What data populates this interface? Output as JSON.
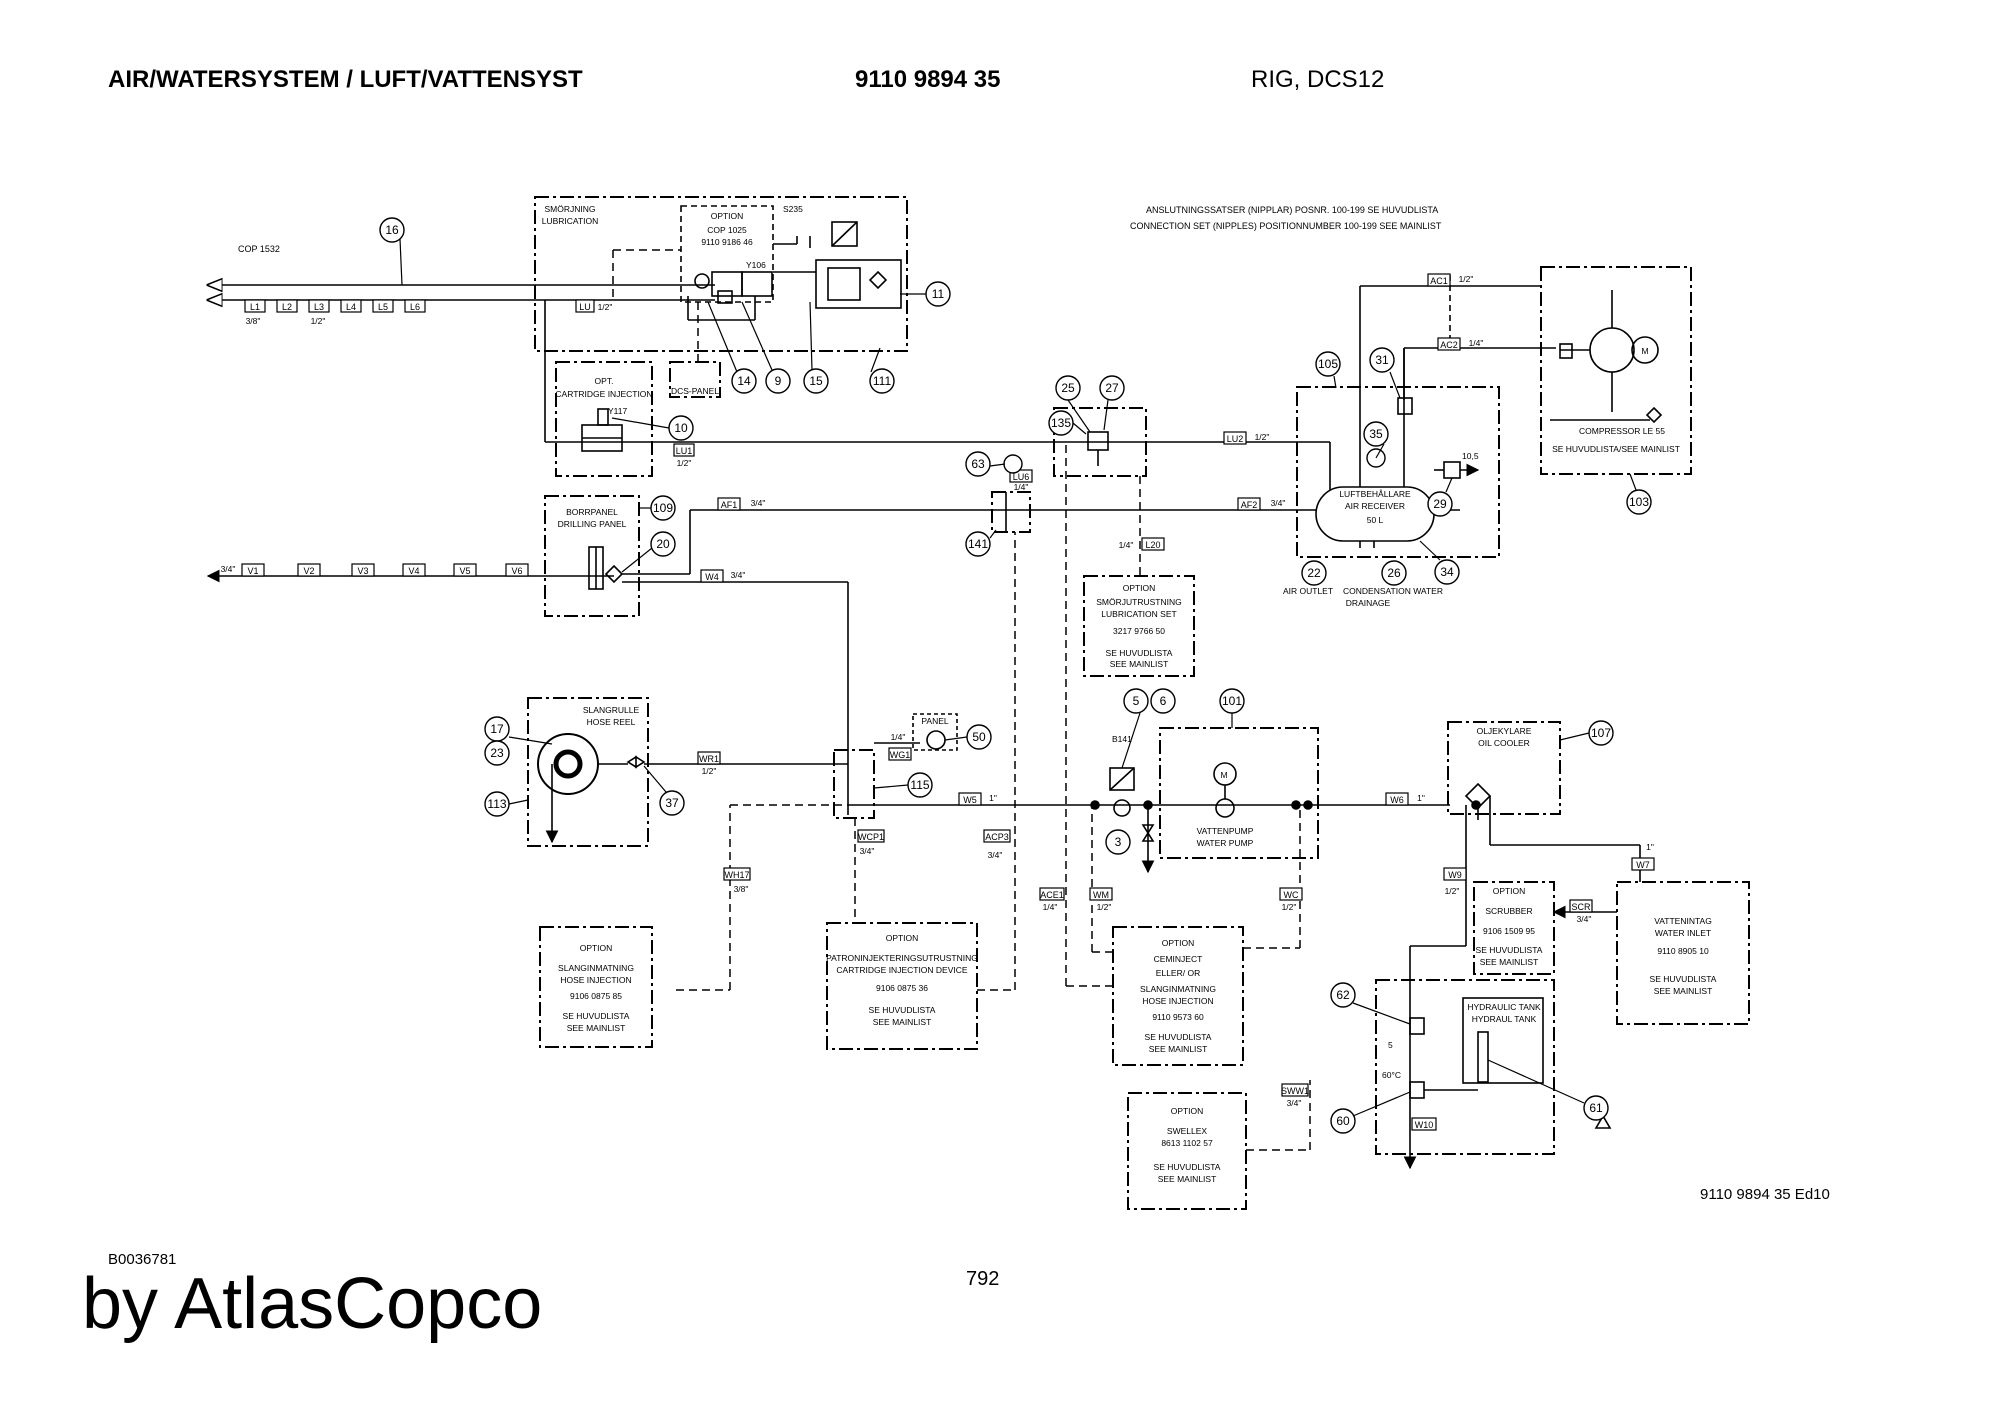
{
  "header": {
    "title": "AIR/WATERSYSTEM / LUFT/VATTENSYST",
    "part_number": "9110 9894 35",
    "model": "RIG, DCS12"
  },
  "footer": {
    "drawing_code": "B0036781",
    "page_number": "792",
    "edition": "9110 9894 35 Ed10",
    "brand": "by AtlasCopco"
  },
  "notes": {
    "connection_sets_sv": "ANSLUTNINGSSATSER (NIPPLAR) POSNR. 100-199 SE HUVUDLISTA",
    "connection_sets_en": "CONNECTION SET (NIPPLES) POSITIONNUMBER 100-199 SEE MAINLIST",
    "cop": "COP 1532"
  },
  "boxes": {
    "lubrication": [
      "SMÖRJNING",
      "LUBRICATION"
    ],
    "option_cop": [
      "OPTION",
      "COP 1025",
      "9110 9186 46"
    ],
    "opt_cartridge": [
      "OPT.",
      "CARTRIDGE INJECTION"
    ],
    "dcs_panel": "DCS-PANEL",
    "drilling_panel": [
      "BORRPANEL",
      "DRILLING PANEL"
    ],
    "air_receiver": [
      "LUFTBEHÅLLARE",
      "AIR RECEIVER",
      "50 L"
    ],
    "air_outlet": "AIR OUTLET",
    "condensation": [
      "CONDENSATION WATER",
      "DRAINAGE"
    ],
    "compressor": [
      "COMPRESSOR LE 55",
      "SE HUVUDLISTA/SEE MAINLIST"
    ],
    "lubrication_set": [
      "OPTION",
      "SMÖRJUTRUSTNING",
      "LUBRICATION SET",
      "3217 9766 50",
      "SE HUVUDLISTA",
      "SEE MAINLIST"
    ],
    "hose_reel": [
      "SLANGRULLE",
      "HOSE REEL"
    ],
    "panel": "PANEL",
    "water_pump": [
      "VATTENPUMP",
      "WATER PUMP"
    ],
    "oil_cooler": [
      "OLJEKYLARE",
      "OIL COOLER"
    ],
    "scrubber": [
      "OPTION",
      "SCRUBBER",
      "9106 1509 95",
      "SE HUVUDLISTA",
      "SEE MAINLIST"
    ],
    "water_inlet": [
      "VATTENINTAG",
      "WATER INLET",
      "9110 8905 10",
      "SE HUVUDLISTA",
      "SEE MAINLIST"
    ],
    "hose_injection": [
      "OPTION",
      "SLANGINMATNING",
      "HOSE INJECTION",
      "9106 0875 85",
      "SE HUVUDLISTA",
      "SEE MAINLIST"
    ],
    "cartridge_device": [
      "OPTION",
      "PATRONINJEKTERINGSUTRUSTNING",
      "CARTRIDGE INJECTION DEVICE",
      "9106 0875 36",
      "SE HUVUDLISTA",
      "SEE MAINLIST"
    ],
    "ceminject": [
      "OPTION",
      "CEMINJECT",
      "ELLER/ OR",
      "SLANGINMATNING",
      "HOSE INJECTION",
      "9110 9573 60",
      "SE HUVUDLISTA",
      "SEE MAINLIST"
    ],
    "swellex": [
      "OPTION",
      "SWELLEX",
      "8613 1102 57",
      "SE HUVUDLISTA",
      "SEE MAINLIST"
    ],
    "hydraulic_tank": [
      "HYDRAULIC TANK",
      "HYDRAUL TANK"
    ]
  },
  "tags": {
    "L1": "L1",
    "L2": "L2",
    "L3": "L3",
    "L4": "L4",
    "L5": "L5",
    "L6": "L6",
    "LU": "LU",
    "LU1": "LU1",
    "LU2": "LU2",
    "LU6": "LU6",
    "L20": "L20",
    "AF1": "AF1",
    "AF2": "AF2",
    "AC1": "AC1",
    "AC2": "AC2",
    "V1": "V1",
    "V2": "V2",
    "V3": "V3",
    "V4": "V4",
    "V5": "V5",
    "V6": "V6",
    "W4": "W4",
    "W5": "W5",
    "W6": "W6",
    "W7": "W7",
    "W9": "W9",
    "W10": "W10",
    "WR1": "WR1",
    "WG1": "WG1",
    "WCP1": "WCP1",
    "ACP3": "ACP3",
    "ACE1": "ACE1",
    "WM": "WM",
    "WC": "WC",
    "WH17": "WH17",
    "SCR": "SCR",
    "SWW1": "SWW1"
  },
  "sizes": {
    "s3_8": "3/8\"",
    "s1_2": "1/2\"",
    "s3_4": "3/4\"",
    "s1_4": "1/4\"",
    "s1": "1\""
  },
  "markers": {
    "y117": "Y117",
    "y106": "Y106",
    "s235": "S235",
    "b141": "B141",
    "pressure": "10,5",
    "relief": "5",
    "temp": "60°C"
  },
  "numbers": {
    "n3": "3",
    "n5": "5",
    "n6": "6",
    "n9": "9",
    "n10": "10",
    "n11": "11",
    "n14": "14",
    "n15": "15",
    "n16": "16",
    "n17": "17",
    "n20": "20",
    "n22": "22",
    "n23": "23",
    "n25": "25",
    "n26": "26",
    "n27": "27",
    "n29": "29",
    "n31": "31",
    "n34": "34",
    "n35": "35",
    "n37": "37",
    "n50": "50",
    "n60": "60",
    "n61": "61",
    "n62": "62",
    "n63": "63",
    "n101": "101",
    "n103": "103",
    "n105": "105",
    "n107": "107",
    "n109": "109",
    "n111": "111",
    "n113": "113",
    "n115": "115",
    "n135": "135",
    "n141": "141"
  }
}
